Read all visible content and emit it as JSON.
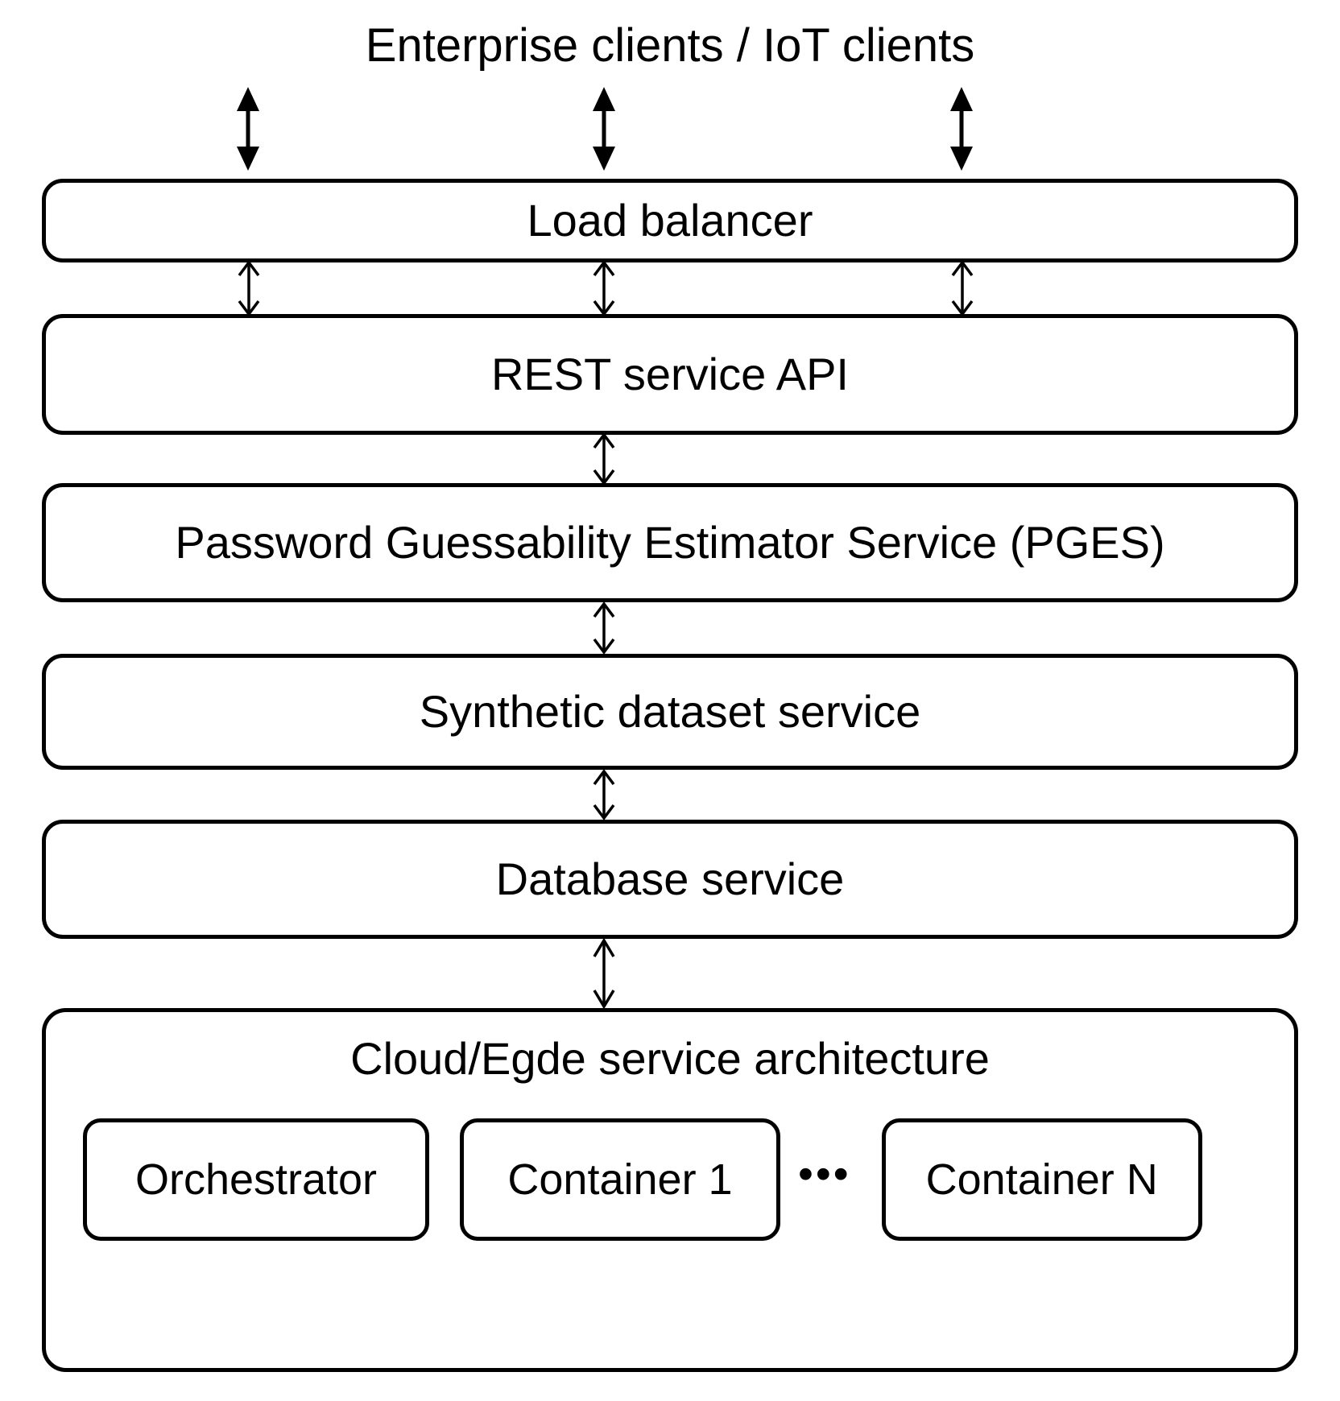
{
  "diagram": {
    "title": "Enterprise clients / IoT clients",
    "stroke_color": "#000000",
    "background_color": "#ffffff"
  },
  "layers": [
    {
      "id": "load-balancer",
      "label": "Load balancer"
    },
    {
      "id": "rest-api",
      "label": "REST service API"
    },
    {
      "id": "pges",
      "label": "Password Guessability Estimator Service (PGES)"
    },
    {
      "id": "synthetic",
      "label": "Synthetic dataset service"
    },
    {
      "id": "database",
      "label": "Database service"
    }
  ],
  "cloud": {
    "title": "Cloud/Egde service architecture",
    "nodes": [
      {
        "id": "orchestrator",
        "label": "Orchestrator"
      },
      {
        "id": "container-1",
        "label": "Container 1"
      },
      {
        "id": "container-n",
        "label": "Container N"
      }
    ],
    "ellipsis": "•••"
  },
  "connectors": {
    "client_to_lb": {
      "count": 3,
      "style": "solid-double-headed"
    },
    "lb_to_rest": {
      "count": 3,
      "style": "thin-double-headed"
    },
    "rest_to_pges": {
      "count": 1,
      "style": "thin-double-headed"
    },
    "pges_to_synthetic": {
      "count": 1,
      "style": "thin-double-headed"
    },
    "synthetic_to_database": {
      "count": 1,
      "style": "thin-double-headed"
    },
    "database_to_cloud": {
      "count": 1,
      "style": "thin-double-headed"
    }
  }
}
